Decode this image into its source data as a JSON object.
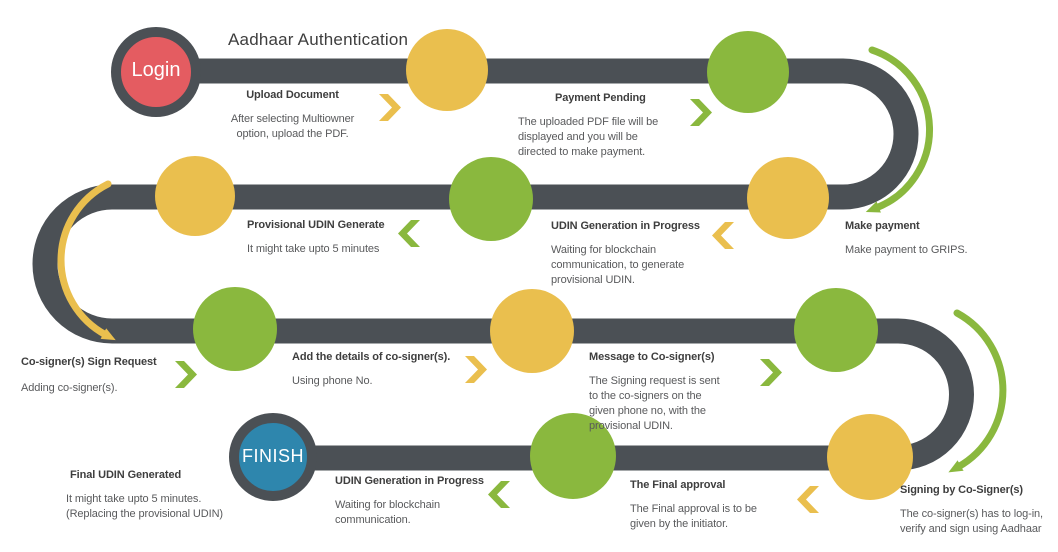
{
  "title": "Aadhaar Authentication",
  "start_label": "Login",
  "finish_label": "FINISH",
  "colors": {
    "path": "#4b5055",
    "yellow": "#eabf4e",
    "green": "#8ab83e",
    "red": "#e45c61",
    "blue": "#2e86ad",
    "heading": "#3e3e3e",
    "body": "#595a5c"
  },
  "icons": {
    "chevron": "❯",
    "curved_arrow": "↷"
  },
  "steps": [
    {
      "title": "Upload Document",
      "desc": "After selecting Multiowner\noption, upload the PDF."
    },
    {
      "title": "Payment Pending",
      "desc": "The uploaded PDF file will be\ndisplayed and you will be\ndirected to make payment."
    },
    {
      "title": "Make payment",
      "desc": "Make payment to GRIPS."
    },
    {
      "title": "UDIN Generation in Progress",
      "desc": "Waiting for blockchain\ncommunication, to generate\nprovisional UDIN."
    },
    {
      "title": "Provisional UDIN Generate",
      "desc": "It might take upto 5 minutes"
    },
    {
      "title": "Co-signer(s) Sign Request",
      "desc": "Adding co-signer(s)."
    },
    {
      "title": "Add the details of co-signer(s).",
      "desc": "Using phone No."
    },
    {
      "title": "Message to Co-signer(s)",
      "desc": "The Signing request is sent\nto the co-signers on the\ngiven phone no, with the\nprovisional UDIN."
    },
    {
      "title": "Signing by Co-Signer(s)",
      "desc": "The co-signer(s) has to log-in,\nverify and sign using Aadhaar"
    },
    {
      "title": "The Final approval",
      "desc": "The Final approval is to be\ngiven by the initiator."
    },
    {
      "title": "UDIN Generation in Progress",
      "desc": "Waiting for blockchain\ncommunication."
    },
    {
      "title": "Final UDIN Generated",
      "desc": "It might take upto 5 minutes.\n(Replacing the provisional UDIN)"
    }
  ]
}
